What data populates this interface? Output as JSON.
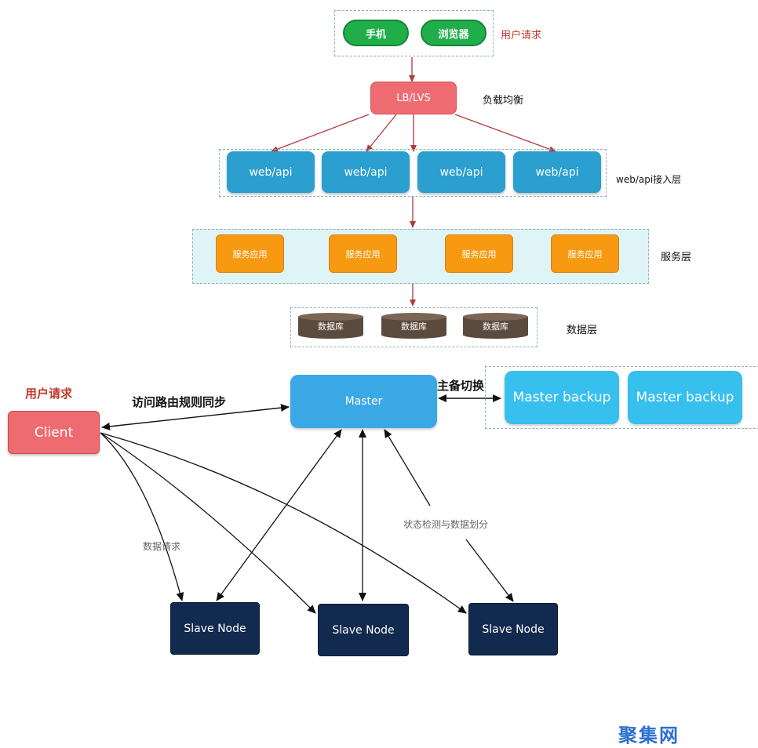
{
  "top": {
    "clients": [
      "手机",
      "浏览器"
    ],
    "user_request_label": "用户请求",
    "lb": "LB/LVS",
    "lb_label": "负载均衡",
    "web_nodes": [
      "web/api",
      "web/api",
      "web/api",
      "web/api"
    ],
    "web_label": "web/api接入层",
    "service_nodes": [
      "服务应用",
      "服务应用",
      "服务应用",
      "服务应用"
    ],
    "service_label": "服务层",
    "db_nodes": [
      "数据库",
      "数据库",
      "数据库"
    ],
    "db_label": "数据层"
  },
  "bottom": {
    "user_request_label": "用户请求",
    "client": "Client",
    "route_sync_label": "访问路由规则同步",
    "master": "Master",
    "failover_label": "主备切换",
    "master_backups": [
      "Master backup",
      "Master backup"
    ],
    "data_request_label": "数据请求",
    "state_label": "状态检测与数据划分",
    "slave_nodes": [
      "Slave Node",
      "Slave Node",
      "Slave Node"
    ]
  },
  "watermark": "聚集网",
  "colors": {
    "arrow_top": "#b03a3a",
    "arrow_bottom": "#111111",
    "dashed_border": "#8fb3b5"
  }
}
